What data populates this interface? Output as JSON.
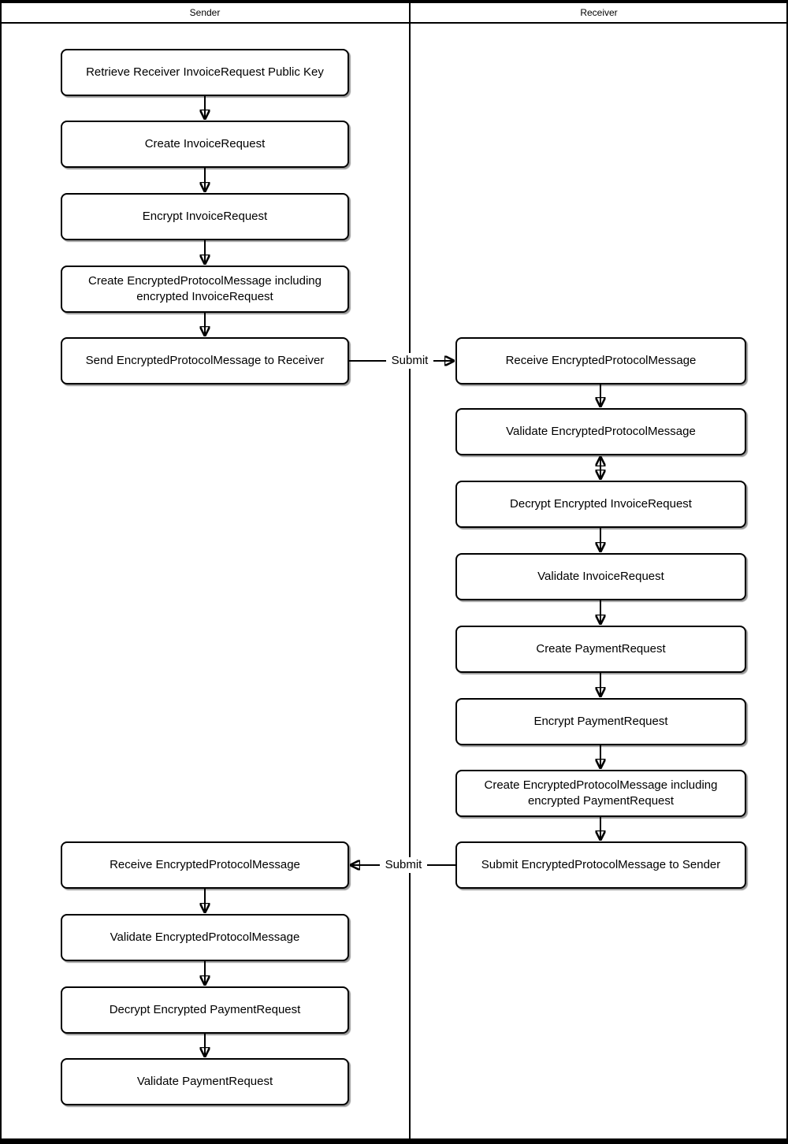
{
  "diagram": {
    "type": "swimlane-flowchart",
    "colors": {
      "stroke": "#000000",
      "node_fill": "#ffffff",
      "background": "#ffffff"
    },
    "lanes": [
      {
        "title": "Sender",
        "steps": [
          "Retrieve Receiver InvoiceRequest Public Key",
          "Create InvoiceRequest",
          "Encrypt InvoiceRequest",
          "Create EncryptedProtocolMessage including encrypted InvoiceRequest",
          "Send EncryptedProtocolMessage to Receiver",
          "Receive EncryptedProtocolMessage",
          "Validate EncryptedProtocolMessage",
          "Decrypt Encrypted PaymentRequest",
          "Validate PaymentRequest"
        ]
      },
      {
        "title": "Receiver",
        "steps": [
          "Receive EncryptedProtocolMessage",
          "Validate EncryptedProtocolMessage",
          "Decrypt Encrypted InvoiceRequest",
          "Validate InvoiceRequest",
          "Create PaymentRequest",
          "Encrypt PaymentRequest",
          "Create EncryptedProtocolMessage including encrypted PaymentRequest",
          "Submit EncryptedProtocolMessage to Sender"
        ]
      }
    ],
    "connectors": [
      {
        "label": "Submit",
        "direction": "sender-to-receiver"
      },
      {
        "label": "Submit",
        "direction": "receiver-to-sender"
      }
    ]
  }
}
